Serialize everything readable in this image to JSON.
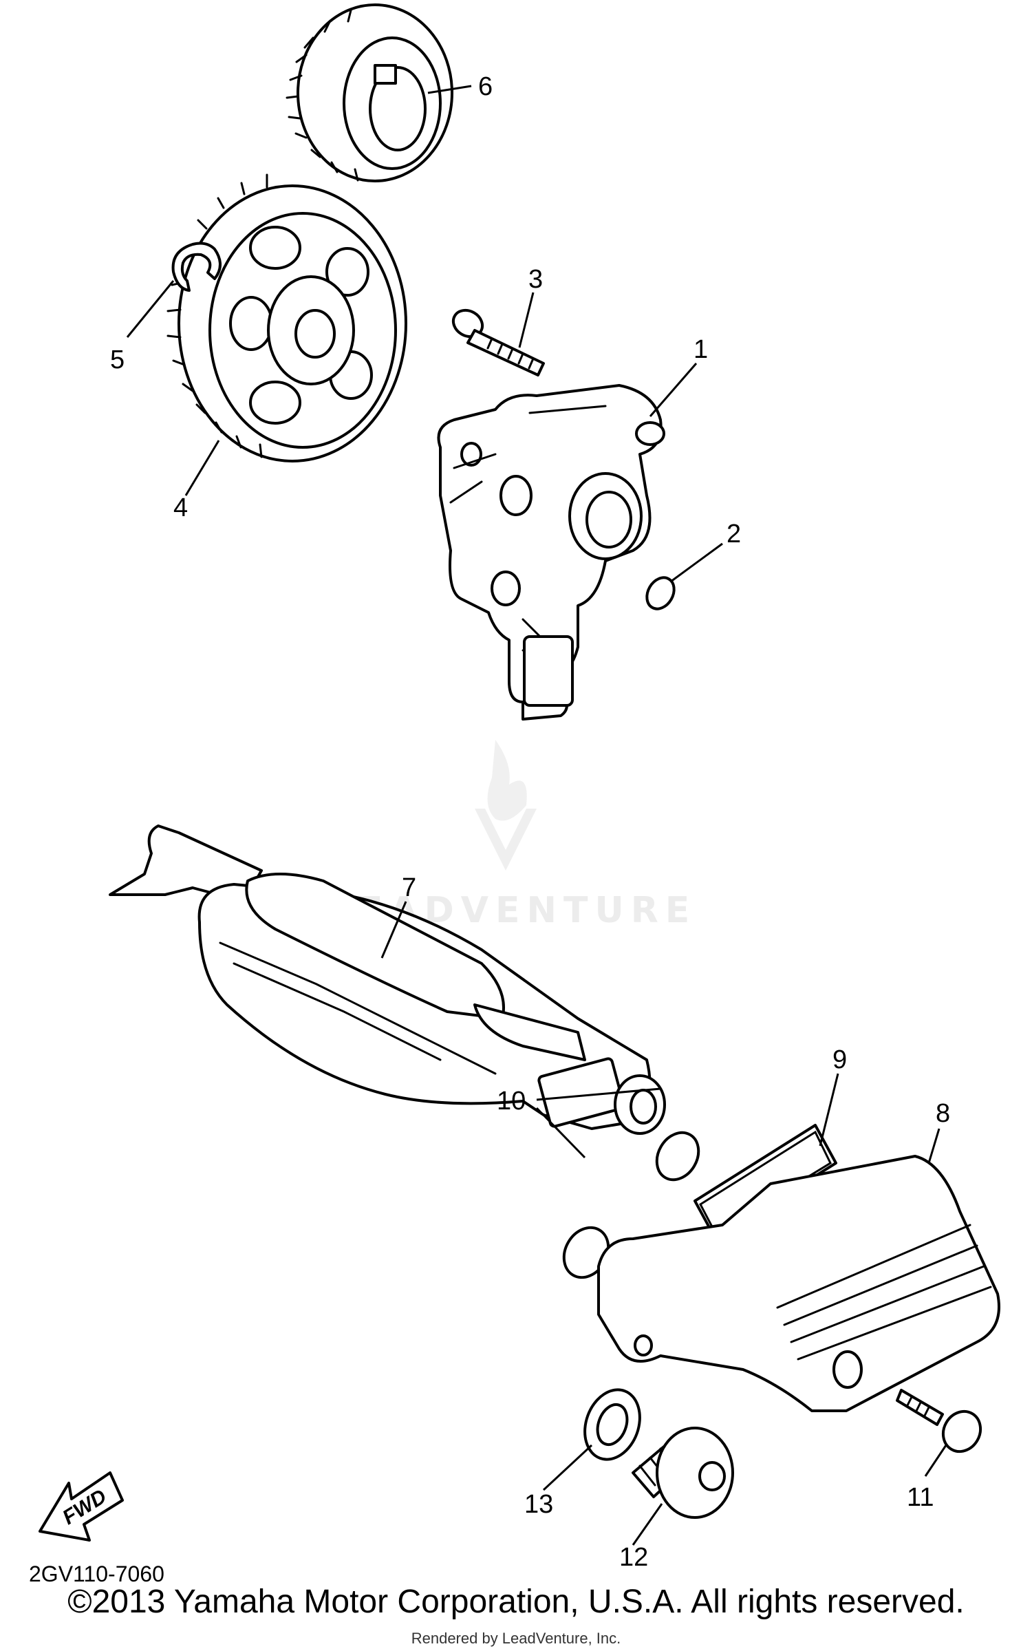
{
  "diagram": {
    "callouts": [
      {
        "id": "1",
        "label": "1"
      },
      {
        "id": "2",
        "label": "2"
      },
      {
        "id": "3",
        "label": "3"
      },
      {
        "id": "4",
        "label": "4"
      },
      {
        "id": "5",
        "label": "5"
      },
      {
        "id": "6",
        "label": "6"
      },
      {
        "id": "7",
        "label": "7"
      },
      {
        "id": "8",
        "label": "8"
      },
      {
        "id": "9",
        "label": "9"
      },
      {
        "id": "10",
        "label": "10"
      },
      {
        "id": "11",
        "label": "11"
      },
      {
        "id": "12",
        "label": "12"
      },
      {
        "id": "13",
        "label": "13"
      }
    ],
    "fwd_label": "FWD",
    "diagram_code": "2GV110-7060",
    "watermark": "LEADVENTURE"
  },
  "footer": {
    "copyright": "©2013 Yamaha Motor Corporation, U.S.A. All rights reserved.",
    "rendered_by": "Rendered by LeadVenture, Inc."
  }
}
